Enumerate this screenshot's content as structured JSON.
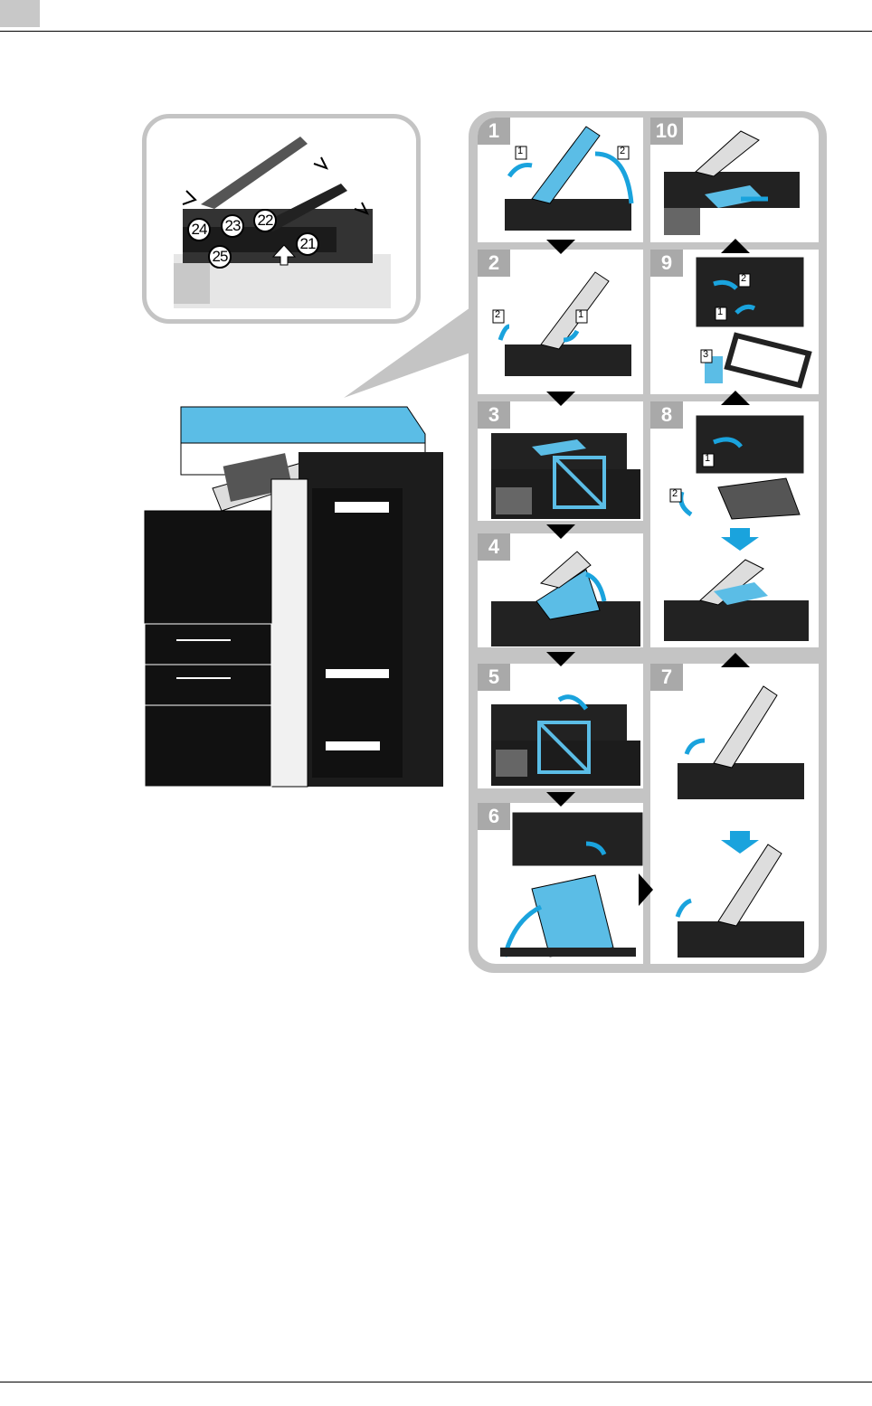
{
  "zoom_inset": {
    "callouts": [
      "24",
      "23",
      "22",
      "21",
      "25"
    ]
  },
  "steps": [
    {
      "number": "1",
      "sub_labels": [
        "1",
        "2"
      ]
    },
    {
      "number": "2",
      "sub_labels": [
        "2",
        "1"
      ]
    },
    {
      "number": "3"
    },
    {
      "number": "4"
    },
    {
      "number": "5"
    },
    {
      "number": "6"
    },
    {
      "number": "7"
    },
    {
      "number": "8",
      "sub_labels": [
        "1",
        "2"
      ]
    },
    {
      "number": "9",
      "sub_labels": [
        "2",
        "1",
        "3"
      ]
    },
    {
      "number": "10"
    }
  ],
  "colors": {
    "highlight_blue": "#5bbde6",
    "flow_arrow": "#1aa3dd",
    "panel_frame": "#c4c4c4",
    "step_badge": "#a9a9a9"
  }
}
